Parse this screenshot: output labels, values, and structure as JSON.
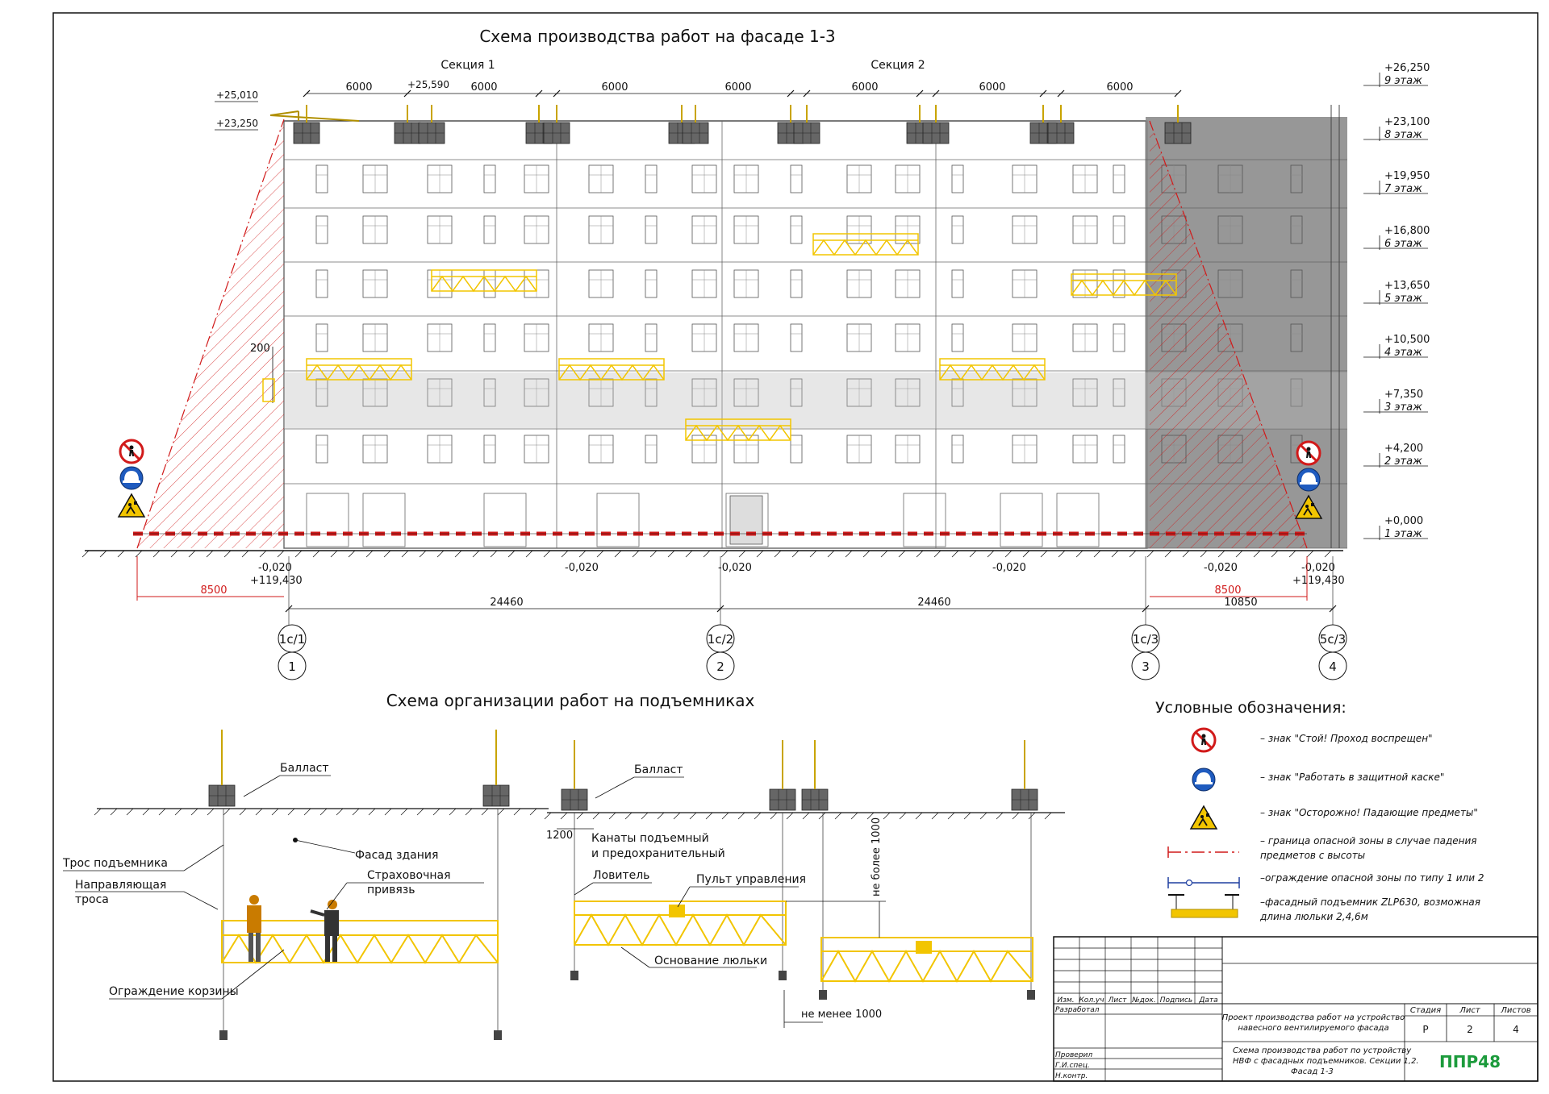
{
  "titles": {
    "facade": "Схема производства работ на фасаде 1-3",
    "lifts": "Схема организации работ на подъемниках",
    "legend": "Условные обозначения:"
  },
  "sections": [
    "Секция 1",
    "Секция 2"
  ],
  "dims_top": [
    "6000",
    "6000",
    "6000",
    "6000",
    "6000",
    "6000",
    "6000"
  ],
  "roof_marks": [
    "+25,010",
    "+23,250",
    "+25,590"
  ],
  "level_marks": [
    {
      "value": "+26,250",
      "floor": "9 этаж"
    },
    {
      "value": "+23,100",
      "floor": "8 этаж"
    },
    {
      "value": "+19,950",
      "floor": "7 этаж"
    },
    {
      "value": "+16,800",
      "floor": "6 этаж"
    },
    {
      "value": "+13,650",
      "floor": "5 этаж"
    },
    {
      "value": "+10,500",
      "floor": "4 этаж"
    },
    {
      "value": "+7,350",
      "floor": "3 этаж"
    },
    {
      "value": "+4,200",
      "floor": "2 этаж"
    },
    {
      "value": "+0,000",
      "floor": "1 этаж"
    }
  ],
  "dim_200": "200",
  "ground_marks": [
    "-0,020",
    "+119,430",
    "-0,020",
    "-0,020",
    "-0,020",
    "-0,020",
    "-0,020",
    "+119,430"
  ],
  "danger_zone": [
    "8500",
    "8500"
  ],
  "bottom_dims": [
    "24460",
    "24460",
    "10850"
  ],
  "axes": [
    {
      "top": "1с/1",
      "bottom": "1"
    },
    {
      "top": "1с/2",
      "bottom": "2"
    },
    {
      "top": "1с/3",
      "bottom": "3"
    },
    {
      "top": "5с/3",
      "bottom": "4"
    }
  ],
  "lift_labels": {
    "ballast1": "Балласт",
    "ballast2": "Балласт",
    "rope": "Трос подъемника",
    "guide": "Направляющая",
    "guide2": "троса",
    "facade": "Фасад здания",
    "harness1": "Страховочная",
    "harness2": "привязь",
    "fence": "Ограждение корзины",
    "dim1200": "1200",
    "cables1": "Канаты подъемный",
    "cables2": "и предохранительный",
    "catcher": "Ловитель",
    "control": "Пульт управления",
    "base": "Основание люльки",
    "max1000": "не более 1000",
    "min1000": "не менее 1000"
  },
  "legend_items": [
    {
      "icon": "no-entry-sign-icon",
      "text": "– знак \"Стой! Проход воспрещен\""
    },
    {
      "icon": "helmet-sign-icon",
      "text": "– знак \"Работать в защитной каске\""
    },
    {
      "icon": "falling-objects-sign-icon",
      "text": "– знак \"Осторожно! Падающие предметы\""
    },
    {
      "icon": "danger-boundary-line-icon",
      "text": "– граница опасной зоны в случае падения",
      "text2": "предметов с высоты"
    },
    {
      "icon": "fence-line-icon",
      "text": "–ограждение опасной зоны по типу 1 или 2"
    },
    {
      "icon": "facade-lift-icon",
      "text": "–фасадный подъемник ZLP630, возможная",
      "text2": "длина люльки 2,4,6м"
    }
  ],
  "title_block": {
    "columns": [
      "Изм.",
      "Кол.уч",
      "Лист",
      "№док.",
      "Подпись",
      "Дата"
    ],
    "roles": [
      "Разработал",
      "Проверил",
      "Г.И.спец.",
      "Н.контр."
    ],
    "project1": "Проект производства работ на устройство",
    "project2": "навесного вентилируемого фасада",
    "sheet_title1": "Схема производства работ по устройству",
    "sheet_title2": "НВФ с фасадных подъемников. Секции 1,2.",
    "sheet_title3": "Фасад 1-3",
    "stage_h": "Стадия",
    "sheet_h": "Лист",
    "sheets_h": "Листов",
    "stage": "Р",
    "sheet": "2",
    "sheets": "4",
    "logo": "ППР48"
  },
  "colors": {
    "lift": "#f2c500",
    "danger": "#d11a1a",
    "shade": "#8c8c8c",
    "logo": "#1c9b3c"
  }
}
